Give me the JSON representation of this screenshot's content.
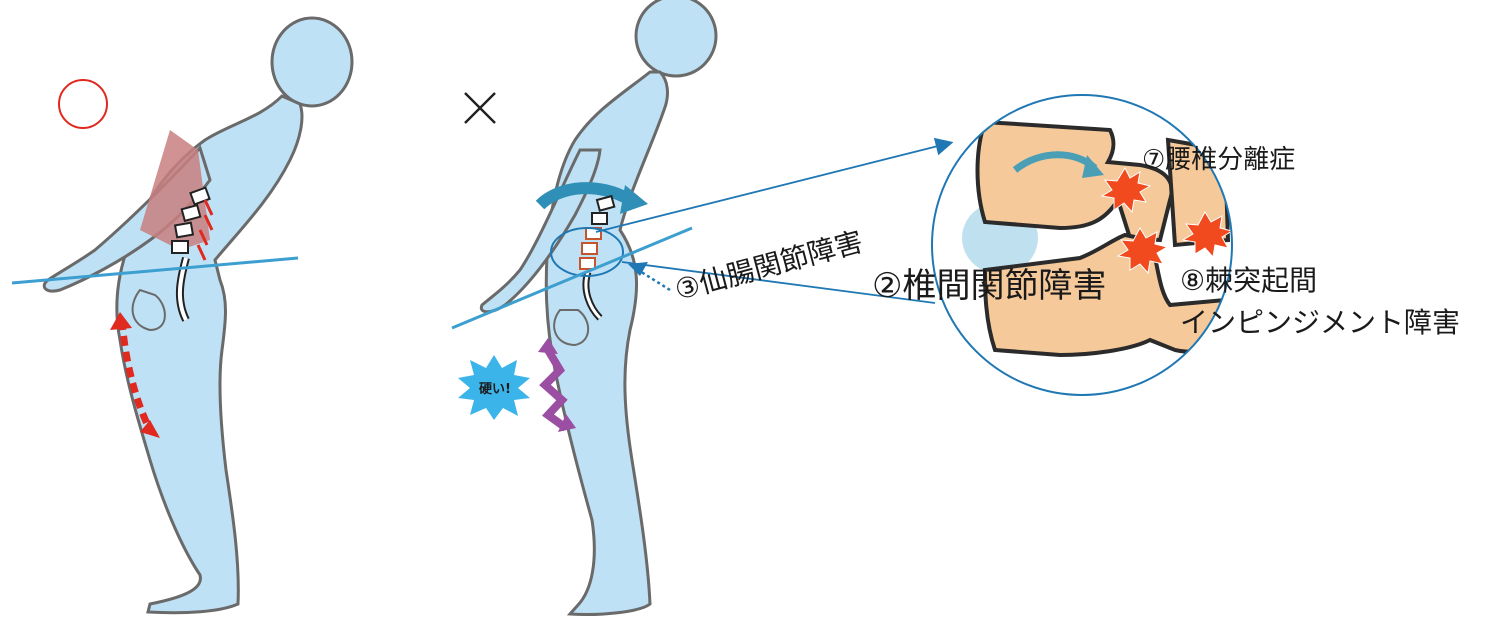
{
  "markers": {
    "correct_symbol": "○",
    "incorrect_symbol": "×"
  },
  "labels": {
    "sacroiliac": "③仙腸関節障害",
    "facet": "②椎間関節障害",
    "spondylolysis": "⑦腰椎分離症",
    "spinous_line1": "⑧棘突起間",
    "spinous_line2": "インピンジメント障害",
    "stiff": "硬い!"
  },
  "colors": {
    "body_fill": "#bfe1f5",
    "body_outline": "#6a6a6a",
    "pelvis_line": "#3c9fd0",
    "zoom_circle": "#1f78b4",
    "muscle_red": "#c87f7f",
    "arrow_red": "#e0291f",
    "arrow_purple": "#9b4fa3",
    "vertebra_fill": "#f6c99a",
    "starburst": "#f04a1e",
    "correct_mark": "#e0291f",
    "stiff_burst": "#3bb4ea"
  }
}
